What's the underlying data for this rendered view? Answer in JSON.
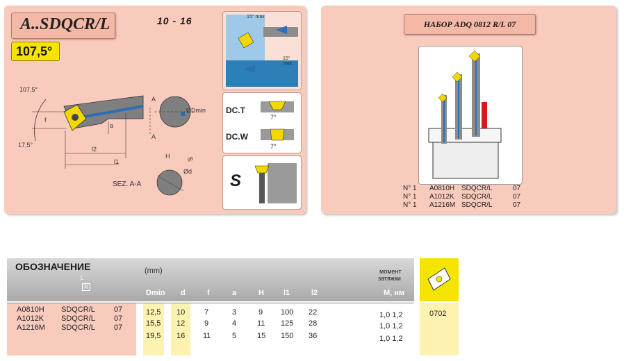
{
  "left_panel": {
    "title": "A..SDQCR/L",
    "range": "10 - 16",
    "angle": "107,5°",
    "dims": {
      "angle_107": "107,5°",
      "angle_17": "17,5°",
      "f": "f",
      "a": "a",
      "l2": "l2",
      "l1": "l1",
      "a_top": "A",
      "a_bot": "A",
      "dmin": "ØDmin",
      "h": "H",
      "g6": "g6",
      "d": "Ød",
      "section": "SEZ. A-A",
      "max_top": "15° max",
      "max_bot": "15°\nmax"
    },
    "dc_t": "DC.T",
    "dc_w": "DC.W",
    "seven": "7°",
    "s_label": "S"
  },
  "right_panel": {
    "title": "НАБОР ADQ 0812 R/L 07",
    "items": [
      {
        "n": "N° 1",
        "code": "A0810H",
        "type": "SDQCR/L",
        "size": "07"
      },
      {
        "n": "N° 1",
        "code": "A1012K",
        "type": "SDQCR/L",
        "size": "07"
      },
      {
        "n": "N° 1",
        "code": "A1216M",
        "type": "SDQCR/L",
        "size": "07"
      }
    ]
  },
  "table": {
    "designation": "ОБОЗНАЧЕНИЕ",
    "unit": "(mm)",
    "r_label": "R",
    "l_label": "L",
    "torque_label_1": "момент",
    "torque_label_2": "затяжки",
    "columns": [
      "Dmin",
      "d",
      "f",
      "a",
      "H",
      "l1",
      "l2"
    ],
    "torque_col": "M, нм",
    "insert_code": "0702",
    "rows": [
      {
        "code": "A0810H",
        "type": "SDQCR/L",
        "size": "07",
        "Dmin": "12,5",
        "d": "10",
        "f": "7",
        "a": "3",
        "H": "9",
        "l1": "100",
        "l2": "22",
        "M": "1,0 1,2"
      },
      {
        "code": "A1012K",
        "type": "SDQCR/L",
        "size": "07",
        "Dmin": "15,5",
        "d": "12",
        "f": "9",
        "a": "4",
        "H": "11",
        "l1": "125",
        "l2": "28",
        "M": "1,0 1,2"
      },
      {
        "code": "A1216M",
        "type": "SDQCR/L",
        "size": "07",
        "Dmin": "19,5",
        "d": "16",
        "f": "11",
        "a": "5",
        "H": "15",
        "l1": "150",
        "l2": "36",
        "M": "1,0 1,2"
      }
    ]
  }
}
